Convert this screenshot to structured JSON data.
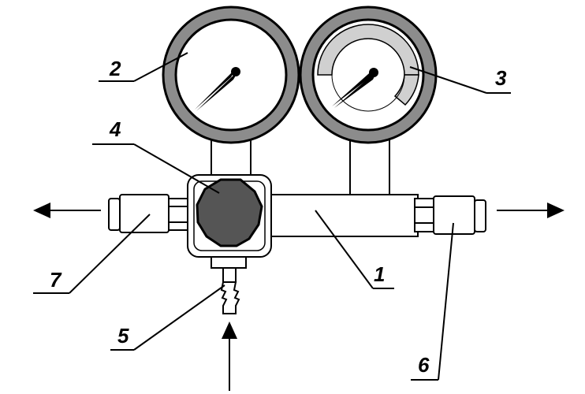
{
  "callouts": [
    {
      "id": "1",
      "label": "1"
    },
    {
      "id": "2",
      "label": "2"
    },
    {
      "id": "3",
      "label": "3"
    },
    {
      "id": "4",
      "label": "4"
    },
    {
      "id": "5",
      "label": "5"
    },
    {
      "id": "6",
      "label": "6"
    },
    {
      "id": "7",
      "label": "7"
    }
  ],
  "colors": {
    "outline": "#000000",
    "bezel": "#8c8c8c",
    "knob": "#555555",
    "gauge_face": "#ffffff",
    "scale_band": "#d0d0d0",
    "arrow": "#000000"
  },
  "arrows": [
    "outflow-left",
    "outflow-right",
    "inflow-bottom"
  ]
}
